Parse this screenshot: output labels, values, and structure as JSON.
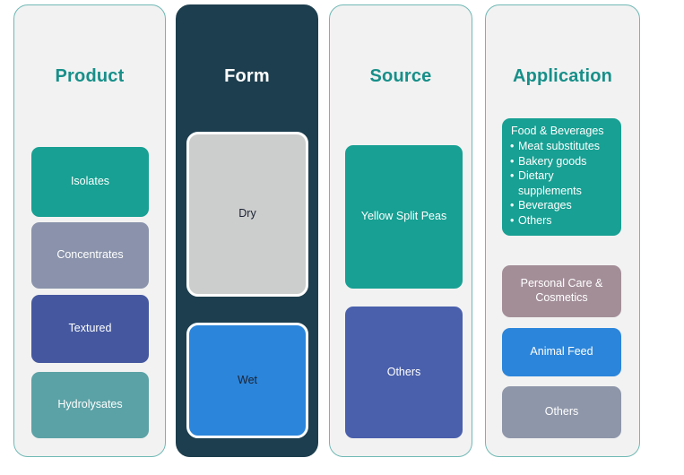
{
  "diagram": {
    "colors": {
      "teal_accent": "#178f89",
      "card_bg": "#f2f2f2",
      "card_border": "#6fb8b4",
      "dark_panel": "#1d3e4e",
      "teal": "#17a093",
      "slate_blue": "#8a93ab",
      "indigo": "#45589f",
      "muted_teal": "#5ba2a6",
      "light_gray": "#cccdcd",
      "bright_blue": "#2b85da",
      "royal_blue": "#4a60ac",
      "mauve": "#a38e98",
      "gray_blue": "#8e96a9"
    },
    "columns": [
      {
        "id": "product",
        "title": "Product",
        "theme": "light",
        "nodes": [
          {
            "label": "Isolates",
            "color": "#17a093",
            "text": "#ffffff"
          },
          {
            "label": "Concentrates",
            "color": "#8a93ab",
            "text": "#ffffff"
          },
          {
            "label": "Textured",
            "color": "#45589f",
            "text": "#ffffff"
          },
          {
            "label": "Hydrolysates",
            "color": "#5ba2a6",
            "text": "#ffffff"
          }
        ]
      },
      {
        "id": "form",
        "title": "Form",
        "theme": "dark",
        "nodes": [
          {
            "label": "Dry",
            "color": "#cccdcd",
            "text": "#1b2233"
          },
          {
            "label": "Wet",
            "color": "#2b85da",
            "text": "#1b2233"
          }
        ]
      },
      {
        "id": "source",
        "title": "Source",
        "theme": "light",
        "nodes": [
          {
            "label": "Yellow Split Peas",
            "color": "#17a093",
            "text": "#ffffff"
          },
          {
            "label": "Others",
            "color": "#4a60ac",
            "text": "#ffffff"
          }
        ]
      },
      {
        "id": "application",
        "title": "Application",
        "theme": "light",
        "nodes": [
          {
            "label": "Personal Care & Cosmetics",
            "color": "#a38e98",
            "text": "#ffffff"
          },
          {
            "label": "Animal Feed",
            "color": "#2b85da",
            "text": "#ffffff"
          },
          {
            "label": "Others",
            "color": "#8e96a9",
            "text": "#ffffff"
          }
        ],
        "group_box": {
          "title": "Food & Beverages",
          "items": [
            "Meat substitutes",
            "Bakery goods",
            "Dietary supplements",
            "Beverages",
            "Others"
          ]
        }
      }
    ]
  }
}
